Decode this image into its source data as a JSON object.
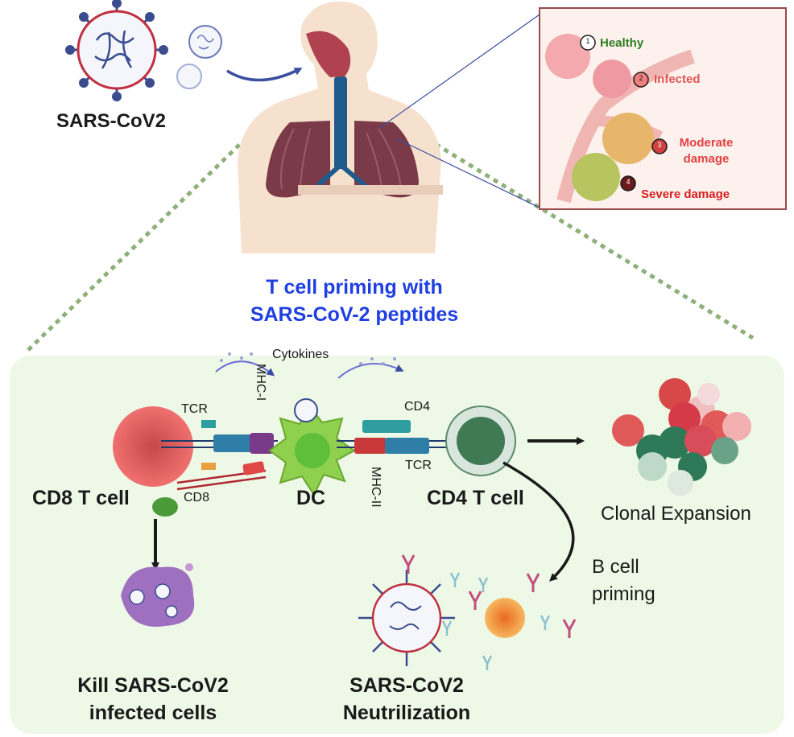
{
  "top": {
    "virus_label": "SARS-CoV2",
    "priming_line1": "T cell priming with",
    "priming_line2": "SARS-CoV-2 peptides"
  },
  "lung_inset": {
    "stages": [
      {
        "number": "1",
        "label": "Healthy",
        "color": "#2e7d1e"
      },
      {
        "number": "2",
        "label": "Infected",
        "color": "#e05555"
      },
      {
        "number": "3",
        "label_line1": "Moderate",
        "label_line2": "damage",
        "color": "#e04040"
      },
      {
        "number": "4",
        "label": "Severe damage",
        "color": "#d81f1f"
      }
    ]
  },
  "synapse": {
    "cytokines": "Cytokines",
    "tcr_left": "TCR",
    "mhc_i": "MHC-I",
    "cd8_receptor": "CD8",
    "cd4_receptor": "CD4",
    "tcr_right": "TCR",
    "mhc_ii": "MHC-II"
  },
  "cells": {
    "cd8": "CD8 T cell",
    "dc": "DC",
    "cd4": "CD4 T cell",
    "clonal": "Clonal Expansion",
    "bcell_line1": "B cell",
    "bcell_line2": "priming"
  },
  "outcomes": {
    "kill_line1": "Kill SARS-CoV2",
    "kill_line2": "infected cells",
    "neut_line1": "SARS-CoV2",
    "neut_line2": "Neutrilization"
  },
  "colors": {
    "priming_text": "#1f3fe0",
    "panel_bg": "#eef8e6",
    "cd8_cell": "#e06060",
    "dc_cell": "#8fd14f",
    "cd4_cell": "#5d8a6a",
    "b_cell": "#f0a040",
    "infected_cell": "#a070c0"
  }
}
